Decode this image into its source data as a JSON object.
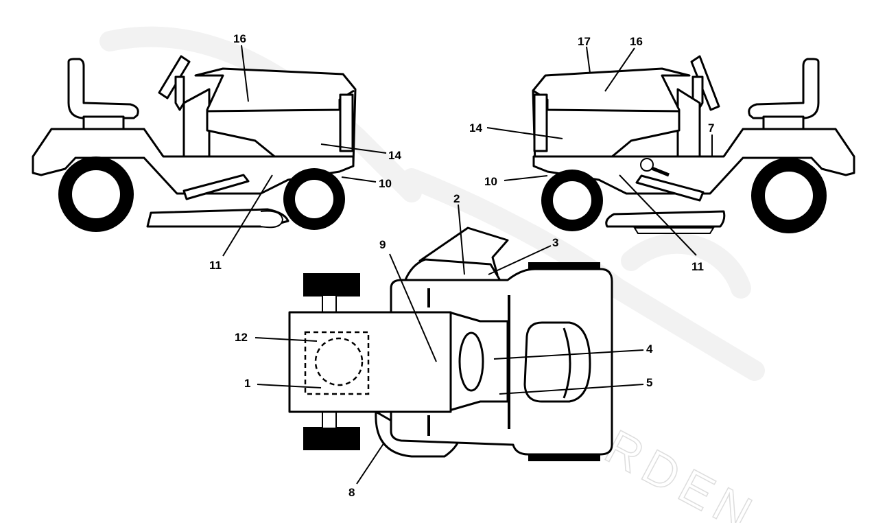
{
  "watermark": {
    "text": "GARDEN"
  },
  "callouts": {
    "left_16": "16",
    "left_14": "14",
    "left_10": "10",
    "left_11": "11",
    "right_17": "17",
    "right_16": "16",
    "right_14": "14",
    "right_7": "7",
    "right_10": "10",
    "right_11": "11",
    "top_2": "2",
    "top_3": "3",
    "top_9": "9",
    "top_12": "12",
    "top_1": "1",
    "top_4": "4",
    "top_5": "5",
    "top_8": "8"
  }
}
